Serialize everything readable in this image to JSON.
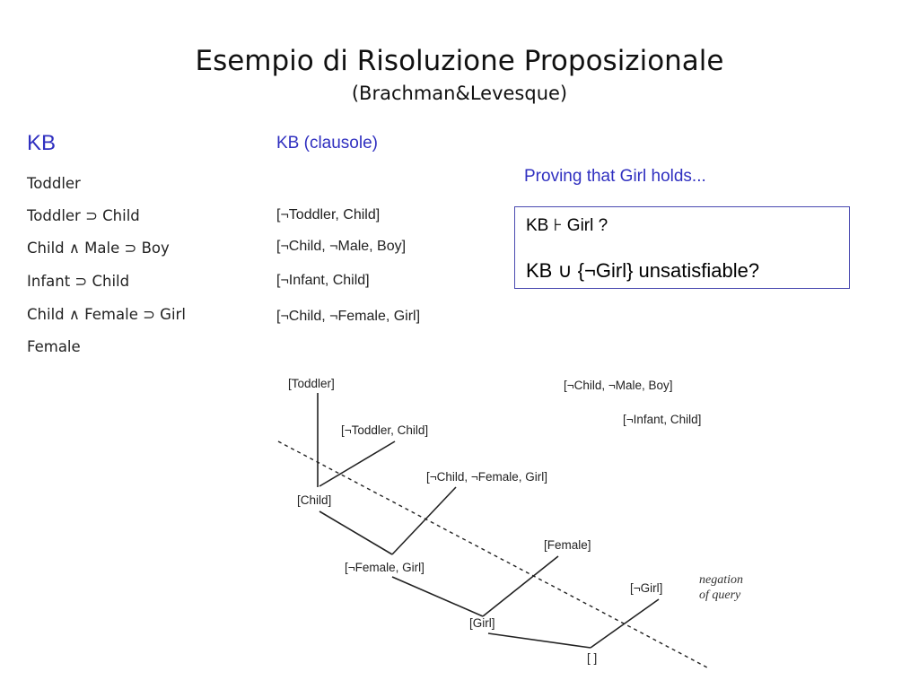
{
  "title": "Esempio di Risoluzione Proposizionale",
  "subtitle": "(Brachman&Levesque)",
  "kb_heading": "KB",
  "kb_clause_heading": "KB (clausole)",
  "proving_heading": "Proving that Girl holds...",
  "kb_lines": [
    "Toddler",
    "Toddler ⊃ Child",
    "Child ∧ Male ⊃ Boy",
    "Infant ⊃ Child",
    "Child ∧ Female ⊃ Girl",
    "Female"
  ],
  "clause_lines": [
    "[¬Toddler, Child]",
    "[¬Child, ¬Male, Boy]",
    "[¬Infant, Child]",
    "[¬Child, ¬Female, Girl]"
  ],
  "query": {
    "line1": "KB ⊦ Girl  ?",
    "line2": "KB ∪ {¬Girl} unsatisfiable?"
  },
  "tree": {
    "toddler": "[Toddler]",
    "not_toddler_child": "[¬Toddler, Child]",
    "child": "[Child]",
    "not_child_not_female_girl": "[¬Child, ¬Female, Girl]",
    "not_female_girl": "[¬Female, Girl]",
    "female": "[Female]",
    "girl": "[Girl]",
    "not_girl": "[¬Girl]",
    "empty": "[ ]",
    "unused_1": "[¬Child, ¬Male, Boy]",
    "unused_2": "[¬Infant, Child]",
    "negation_line1": "negation",
    "negation_line2": "of query"
  }
}
